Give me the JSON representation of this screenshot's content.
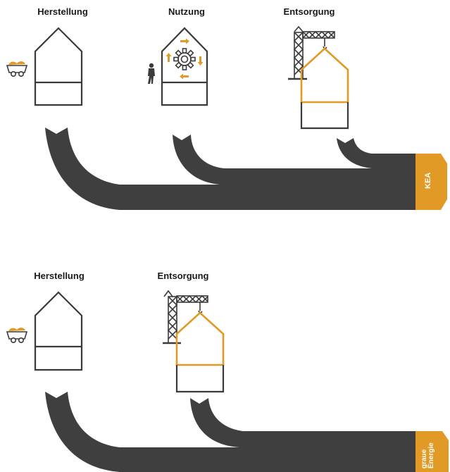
{
  "colors": {
    "flow": "#3f3f3f",
    "accent": "#e09a25",
    "outline": "#3b3b3b",
    "text": "#1a1a1a"
  },
  "top": {
    "stage_labels": [
      "Herstellung",
      "Nutzung",
      "Entsorgung"
    ],
    "result_label": "KEA"
  },
  "bottom": {
    "stage_labels": [
      "Herstellung",
      "Entsorgung"
    ],
    "result_label_line1": "graue",
    "result_label_line2": "Energie"
  },
  "icons": [
    "mine-cart-icon",
    "house-icon",
    "gear-icon",
    "person-icon",
    "crane-icon",
    "hanging-house-icon"
  ]
}
